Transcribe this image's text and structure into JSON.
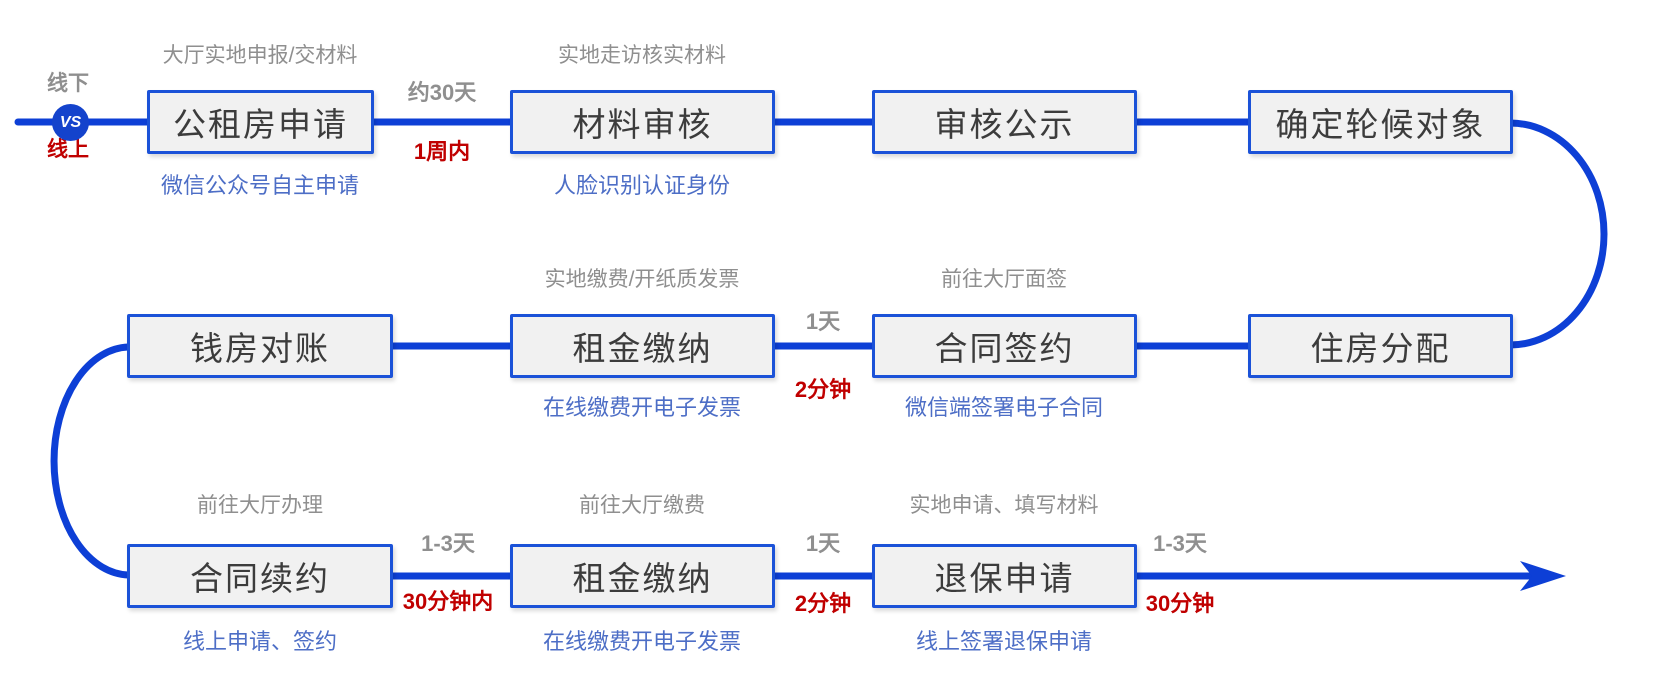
{
  "diagram": {
    "start": {
      "offline_label": "线下",
      "vs_badge": "VS",
      "online_label": "线上"
    },
    "nodes": {
      "apply": {
        "title": "公租房申请",
        "offline_note": "大厅实地申报/交材料",
        "online_note": "微信公众号自主申请"
      },
      "review": {
        "title": "材料审核",
        "offline_note": "实地走访核实材料",
        "online_note": "人脸识别认证身份"
      },
      "publicity": {
        "title": "审核公示"
      },
      "waitlist": {
        "title": "确定轮候对象"
      },
      "allocation": {
        "title": "住房分配"
      },
      "sign": {
        "title": "合同签约",
        "offline_note": "前往大厅面签",
        "online_note": "微信端签署电子合同"
      },
      "rent_mid": {
        "title": "租金缴纳",
        "offline_note": "实地缴费/开纸质发票",
        "online_note": "在线缴费开电子发票"
      },
      "reconcile": {
        "title": "钱房对账"
      },
      "renew": {
        "title": "合同续约",
        "offline_note": "前往大厅办理",
        "online_note": "线上申请、签约"
      },
      "rent_bottom": {
        "title": "租金缴纳",
        "offline_note": "前往大厅缴费",
        "online_note": "在线缴费开电子发票"
      },
      "refund": {
        "title": "退保申请",
        "offline_note": "实地申请、填写材料",
        "online_note": "线上签署退保申请"
      }
    },
    "connectors": {
      "apply_review": {
        "offline_time": "约30天",
        "online_time": "1周内"
      },
      "sign_rent": {
        "offline_time": "1天",
        "online_time": "2分钟"
      },
      "renew_rent": {
        "offline_time": "1-3天",
        "online_time": "30分钟内"
      },
      "rent_refund": {
        "offline_time": "1天",
        "online_time": "2分钟"
      },
      "refund_end": {
        "offline_time": "1-3天",
        "online_time": "30分钟"
      }
    },
    "colors": {
      "flow_line": "#0d3fd6",
      "box_border": "#1b52d8",
      "box_fill": "#f1f1f1",
      "offline_gray": "#8f8f8f",
      "online_red": "#c00000",
      "online_blue": "#4d6ec6"
    }
  }
}
